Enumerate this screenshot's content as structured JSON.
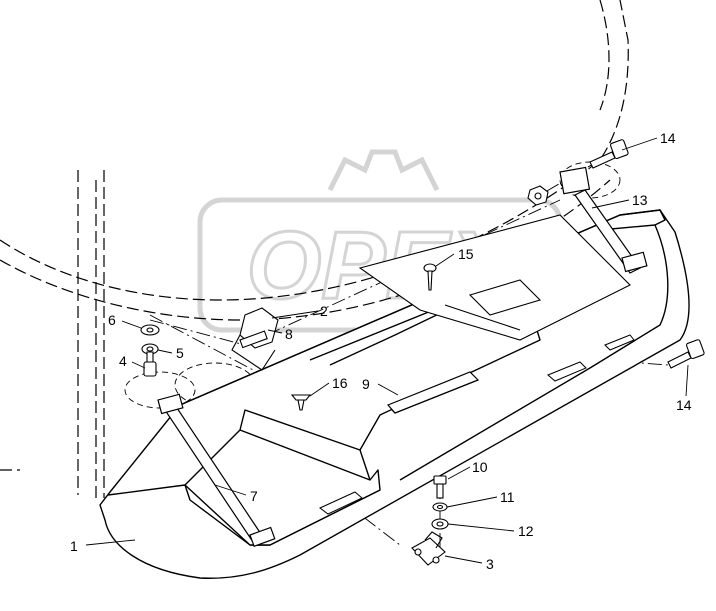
{
  "colors": {
    "line": "#000000",
    "background": "#ffffff",
    "watermark": "#d9d9d9"
  },
  "watermark": {
    "text": "OPEX"
  },
  "callouts": [
    {
      "id": "1",
      "text": "1"
    },
    {
      "id": "2",
      "text": "2"
    },
    {
      "id": "3",
      "text": "3"
    },
    {
      "id": "4",
      "text": "4"
    },
    {
      "id": "5",
      "text": "5"
    },
    {
      "id": "6",
      "text": "6"
    },
    {
      "id": "7",
      "text": "7"
    },
    {
      "id": "8",
      "text": "8"
    },
    {
      "id": "9",
      "text": "9"
    },
    {
      "id": "10",
      "text": "10"
    },
    {
      "id": "11",
      "text": "11"
    },
    {
      "id": "12",
      "text": "12"
    },
    {
      "id": "13",
      "text": "13"
    },
    {
      "id": "14a",
      "text": "14"
    },
    {
      "id": "14b",
      "text": "14"
    },
    {
      "id": "15",
      "text": "15"
    },
    {
      "id": "16",
      "text": "16"
    }
  ]
}
